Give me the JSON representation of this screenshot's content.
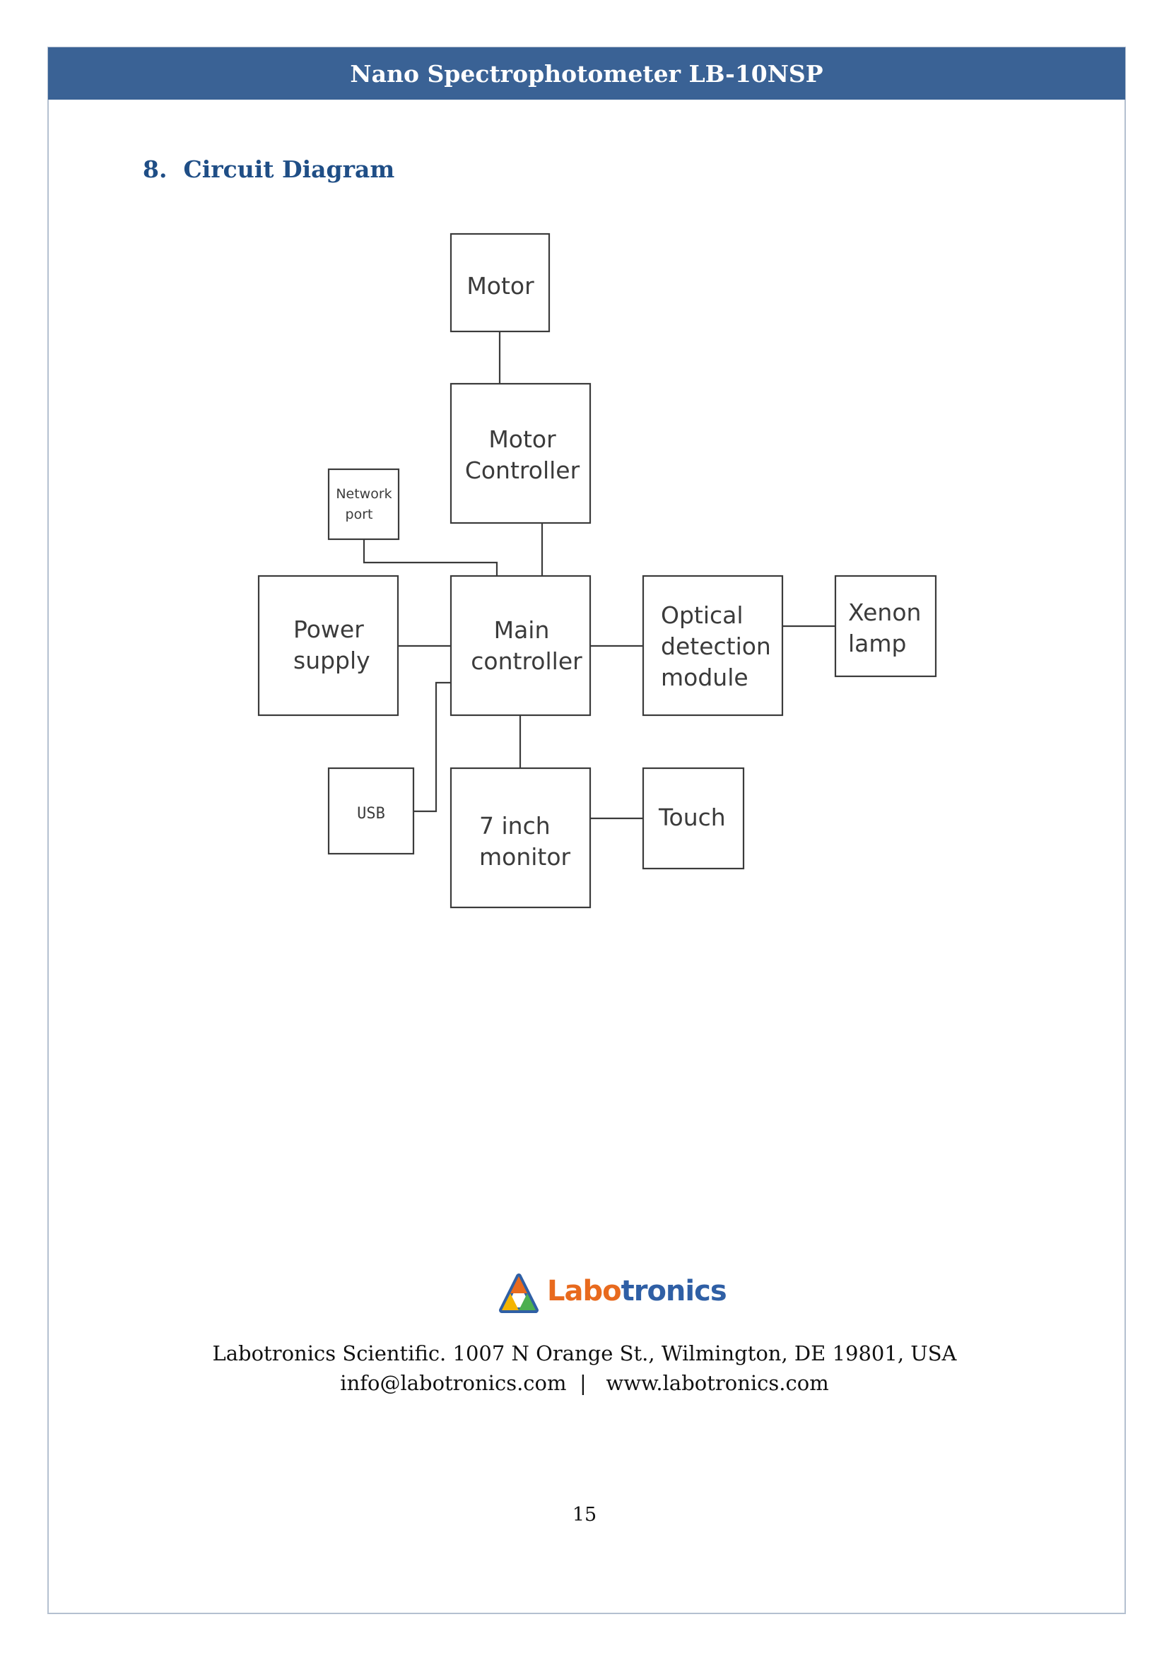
{
  "header": {
    "title": "Nano Spectrophotometer LB-10NSP"
  },
  "section": {
    "number": "8.",
    "title": "Circuit Diagram"
  },
  "diagram": {
    "blocks": {
      "motor": [
        "Motor"
      ],
      "motor_controller": [
        "Motor",
        "Controller"
      ],
      "network_port": [
        "Network",
        "port"
      ],
      "power_supply": [
        "Power",
        "supply"
      ],
      "main_controller": [
        "Main",
        "controller"
      ],
      "optical_detection": [
        "Optical",
        "detection",
        "module"
      ],
      "xenon_lamp": [
        "Xenon",
        "lamp"
      ],
      "usb": [
        "USB"
      ],
      "monitor": [
        "7 inch",
        "monitor"
      ],
      "touch": [
        "Touch"
      ]
    }
  },
  "footer": {
    "logo": {
      "part1": "Labo",
      "part2": "tronics"
    },
    "address": "Labotronics Scientific. 1007 N Orange St., Wilmington, DE 19801, USA",
    "email": "info@labotronics.com",
    "separator": "|",
    "website": "www.labotronics.com"
  },
  "page_number": "15",
  "colors": {
    "header_bg": "#3a6295",
    "section_title": "#1f4e86",
    "logo_orange": "#e86a1e",
    "logo_blue": "#2f5fa5"
  }
}
